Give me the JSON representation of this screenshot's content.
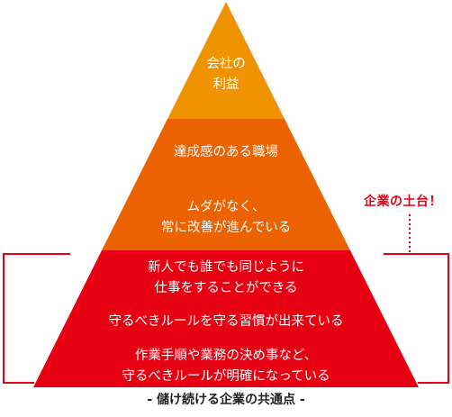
{
  "colors": {
    "apex": "#f09300",
    "upper": "#ec6100",
    "base": "#e60012",
    "background": "#ffffff",
    "callout_text": "#e60012",
    "caption_text": "#222222"
  },
  "tiers": [
    {
      "label": "会社の\n利益",
      "color": "#f09300"
    },
    {
      "label": "達成感のある職場",
      "color": "#ec6100"
    },
    {
      "label": "ムダがなく、\n常に改善が進んでいる",
      "color": "#ec6100"
    },
    {
      "label": "新人でも誰でも同じように\n仕事をすることができる",
      "color": "#e60012"
    },
    {
      "label": "守るべきルールを守る習慣が出来ている",
      "color": "#e60012"
    },
    {
      "label": "作業手順や業務の決め事など、\n守るべきルールが明確になっている",
      "color": "#e60012"
    }
  ],
  "callout": "企業の土台！",
  "caption": "- 儲け続ける企業の共通点 -"
}
